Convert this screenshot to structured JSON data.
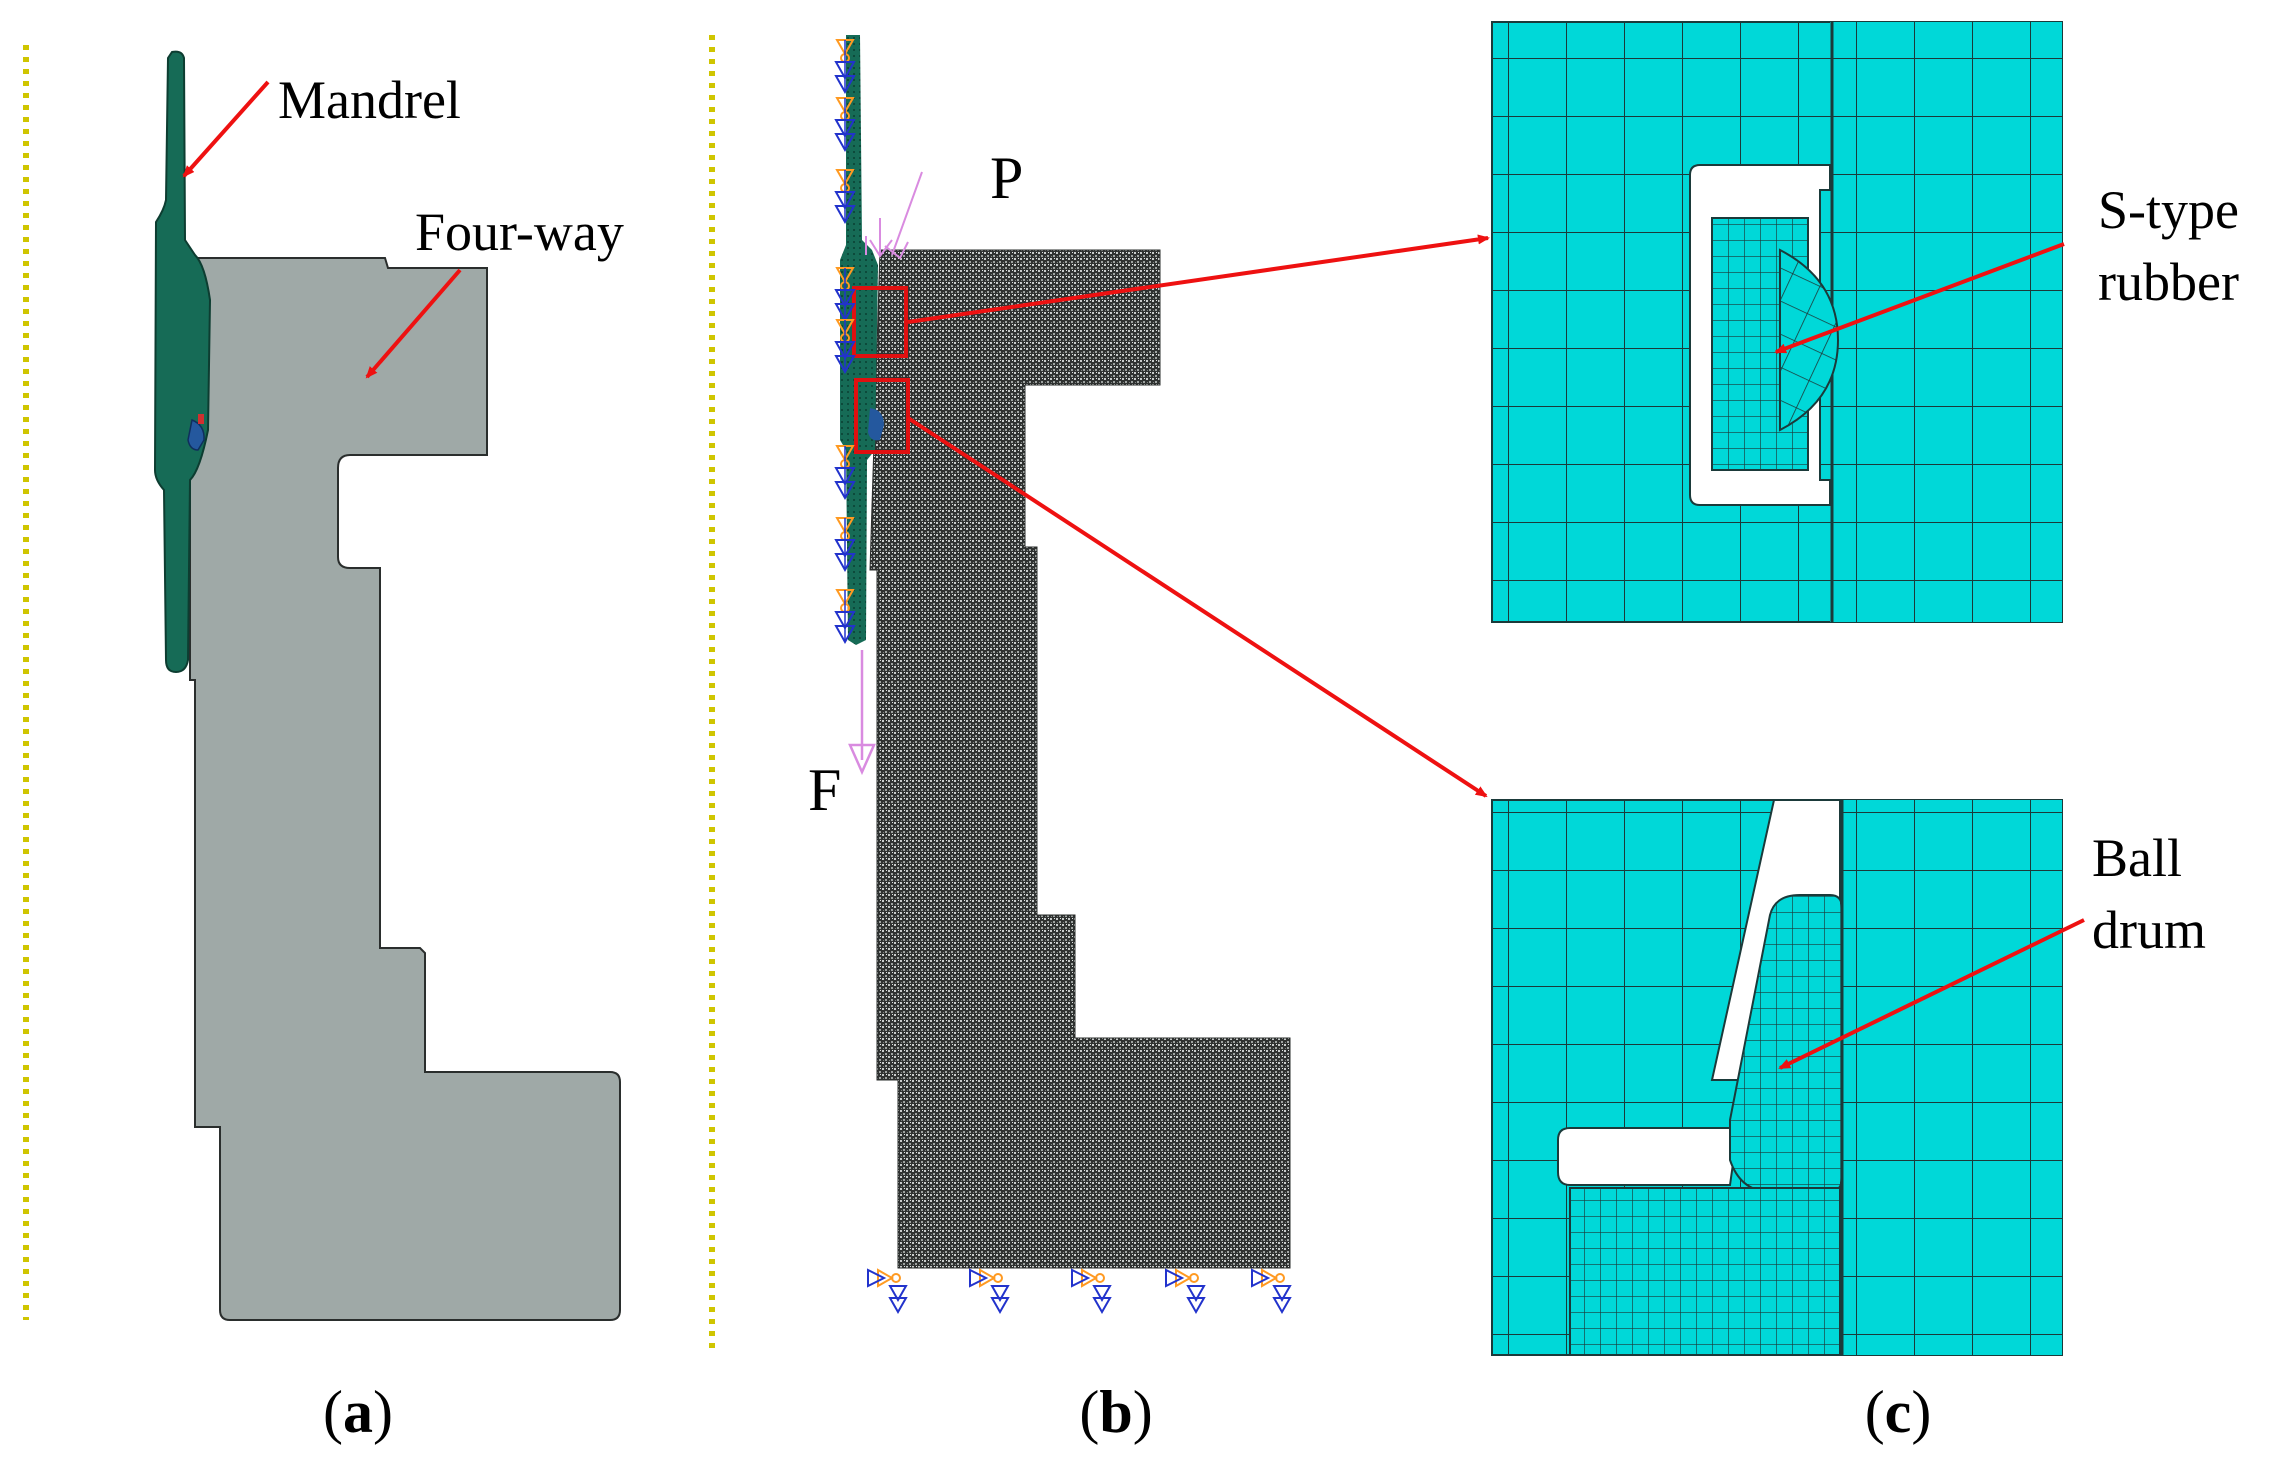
{
  "panel_a": {
    "caption_letter": "a",
    "labels": {
      "mandrel": "Mandrel",
      "four_way": "Four-way"
    }
  },
  "panel_b": {
    "caption_letter": "b",
    "labels": {
      "pressure": "P",
      "force": "F"
    }
  },
  "panel_c": {
    "caption_letter": "c",
    "labels": {
      "s_type_line1": "S-type",
      "s_type_line2": "rubber",
      "ball_line1": "Ball",
      "ball_line2": "drum"
    }
  },
  "colors": {
    "mandrel": "#166b56",
    "four_way": "#9fa9a7",
    "mesh_dark": "#3a3c3b",
    "mesh_fill": "#00d8d8",
    "arrow": "#ee1111",
    "axis_line": "#cfc500",
    "constraint_orange": "#ff9a22",
    "constraint_blue": "#2233cc",
    "load_pink": "#d98be0"
  }
}
